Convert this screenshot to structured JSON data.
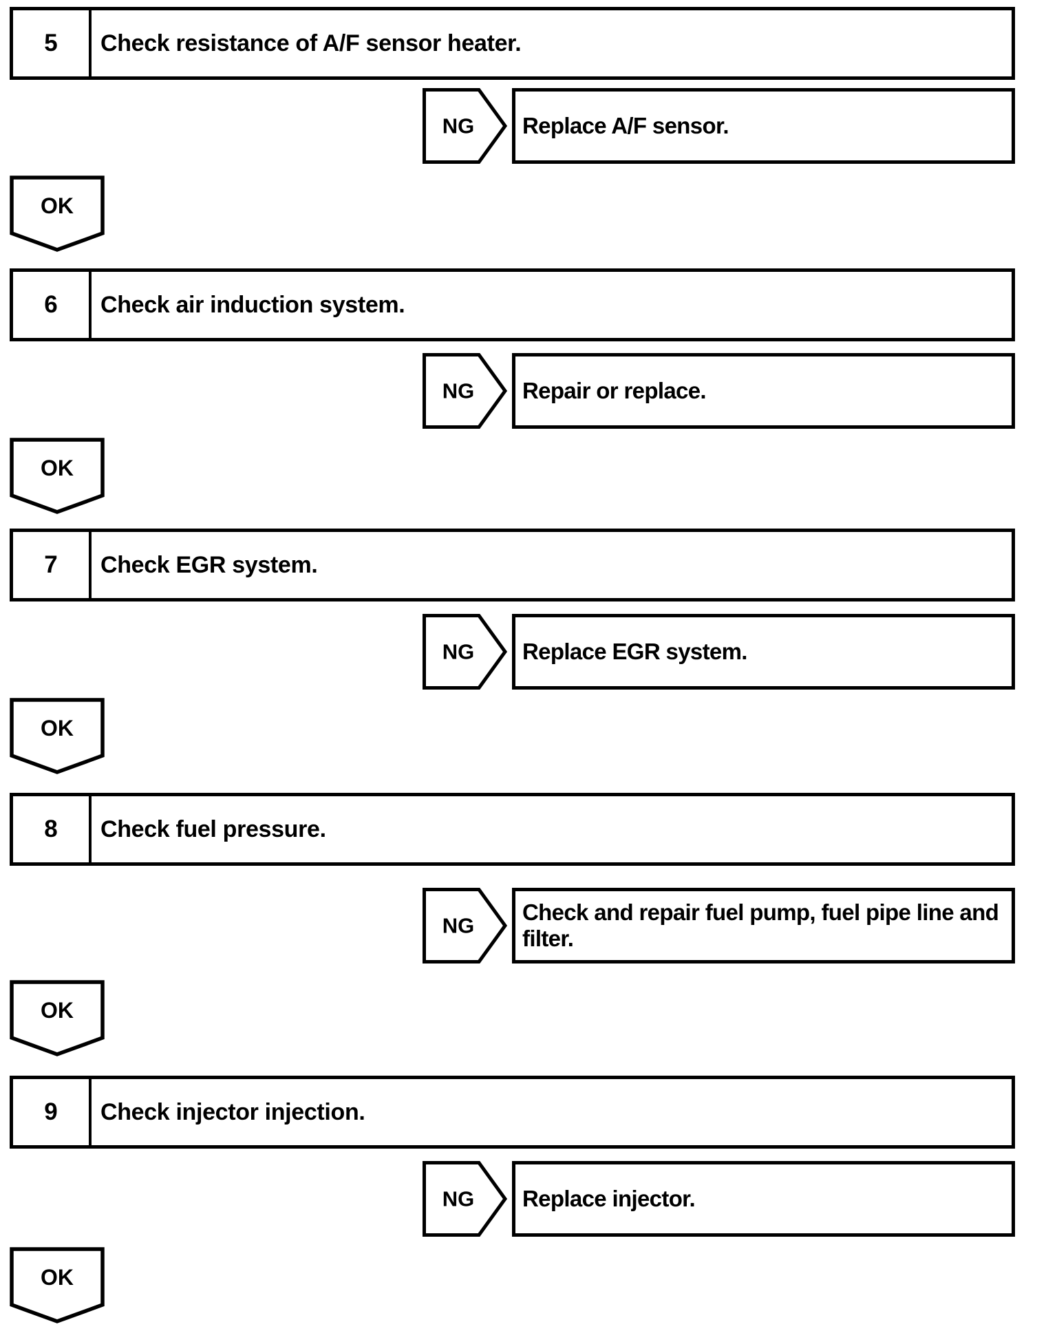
{
  "page": {
    "background_color": "#ffffff",
    "ink_color": "#000000"
  },
  "flowchart": {
    "sections": [
      {
        "step_number": "5",
        "step_label": "Check resistance of A/F sensor heater.",
        "ng_label": "NG",
        "action_label": "Replace A/F sensor.",
        "ok_label": "OK"
      },
      {
        "step_number": "6",
        "step_label": "Check air induction system.",
        "ng_label": "NG",
        "action_label": "Repair or replace.",
        "ok_label": "OK"
      },
      {
        "step_number": "7",
        "step_label": "Check EGR system.",
        "ng_label": "NG",
        "action_label": "Replace EGR system.",
        "ok_label": "OK"
      },
      {
        "step_number": "8",
        "step_label": "Check fuel pressure.",
        "ng_label": "NG",
        "action_label": "Check and repair fuel pump, fuel pipe line and filter.",
        "ok_label": "OK"
      },
      {
        "step_number": "9",
        "step_label": "Check injector injection.",
        "ng_label": "NG",
        "action_label": "Replace injector.",
        "ok_label": "OK"
      }
    ]
  }
}
